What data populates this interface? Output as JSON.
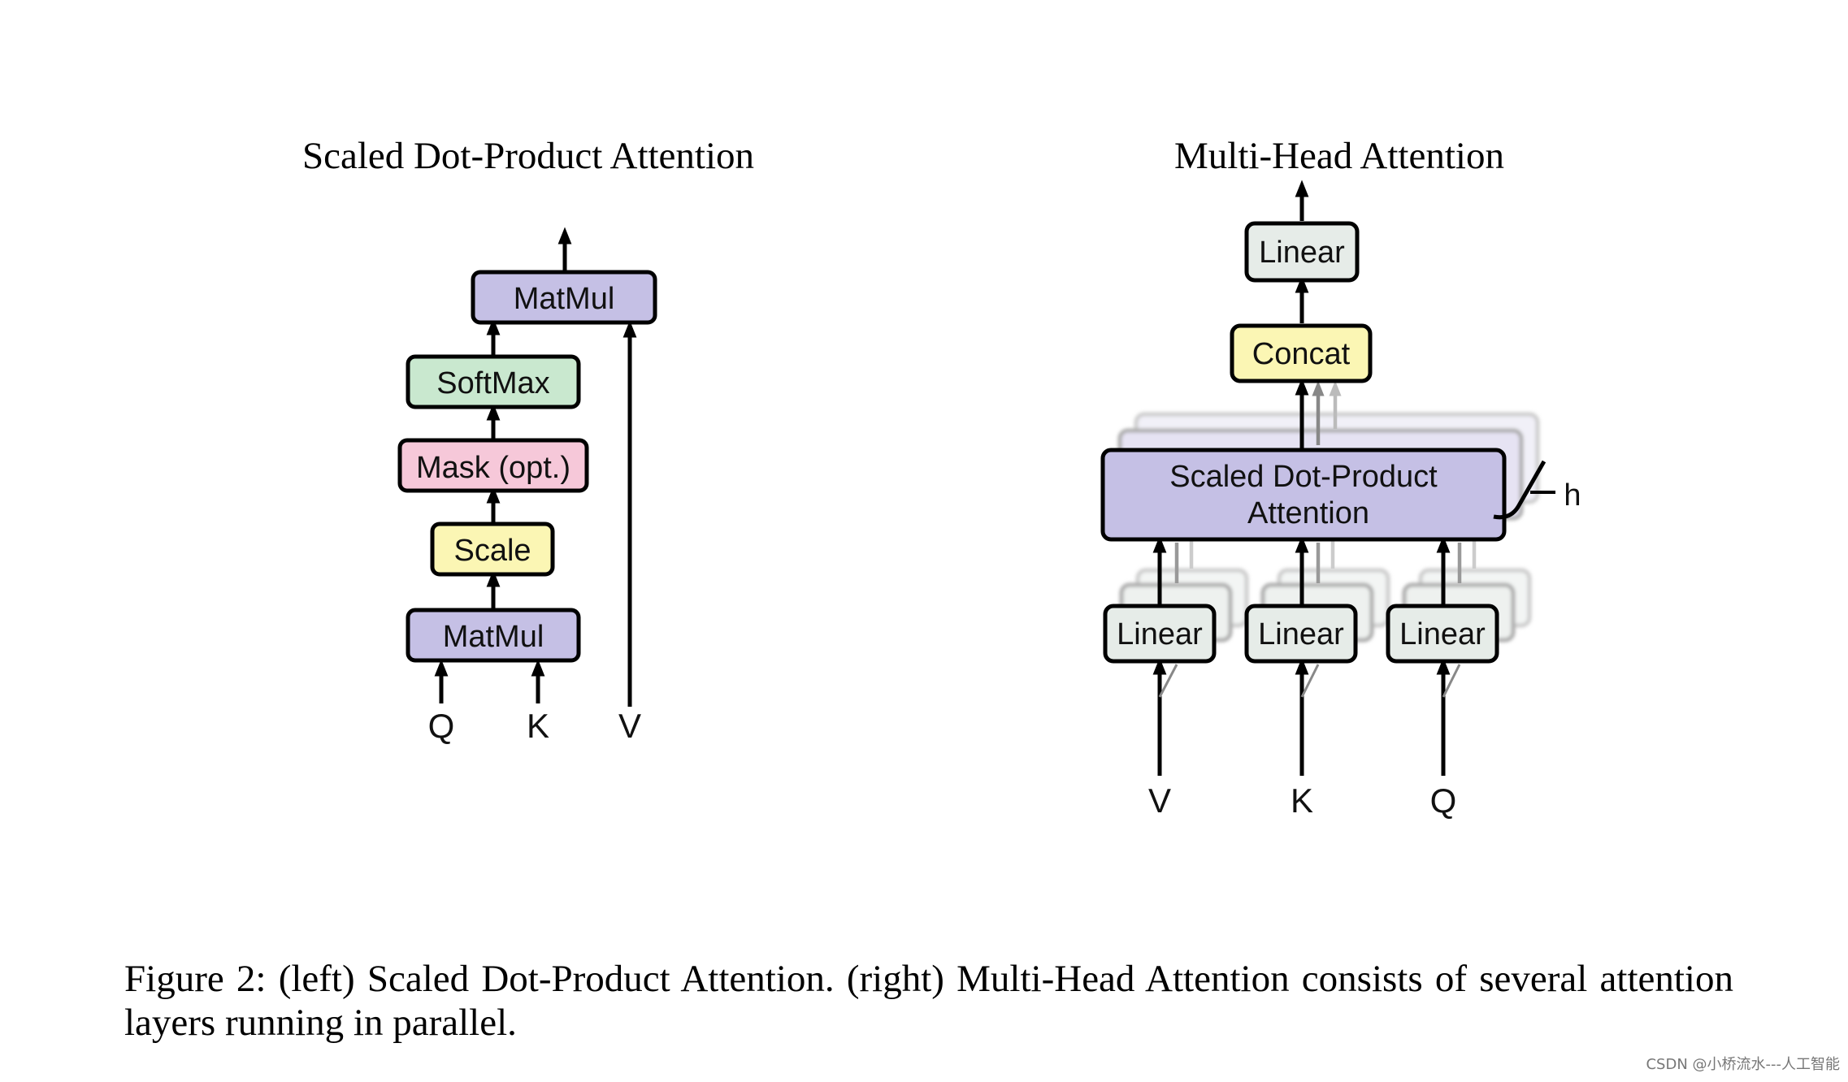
{
  "left_panel": {
    "title": "Scaled Dot-Product Attention",
    "boxes": {
      "matmul_top": "MatMul",
      "softmax": "SoftMax",
      "mask": "Mask (opt.)",
      "scale": "Scale",
      "matmul_bottom": "MatMul"
    },
    "inputs": {
      "q": "Q",
      "k": "K",
      "v": "V"
    }
  },
  "right_panel": {
    "title": "Multi-Head Attention",
    "boxes": {
      "linear_top": "Linear",
      "concat": "Concat",
      "attention_line1": "Scaled Dot-Product",
      "attention_line2": "Attention",
      "linear_v": "Linear",
      "linear_k": "Linear",
      "linear_q": "Linear"
    },
    "heads_label": "h",
    "inputs": {
      "v": "V",
      "k": "K",
      "q": "Q"
    }
  },
  "caption": "Figure 2: (left) Scaled Dot-Product Attention. (right) Multi-Head Attention consists of several attention layers running in parallel.",
  "watermark": "CSDN @小桥流水---人工智能",
  "colors": {
    "matmul": "#c5c0e5",
    "softmax": "#c9e8cf",
    "mask": "#f6c8d9",
    "scale": "#fbf6b4",
    "linear": "#e6ece8",
    "concat": "#fbf6b4",
    "attention": "#c5c0e5"
  }
}
